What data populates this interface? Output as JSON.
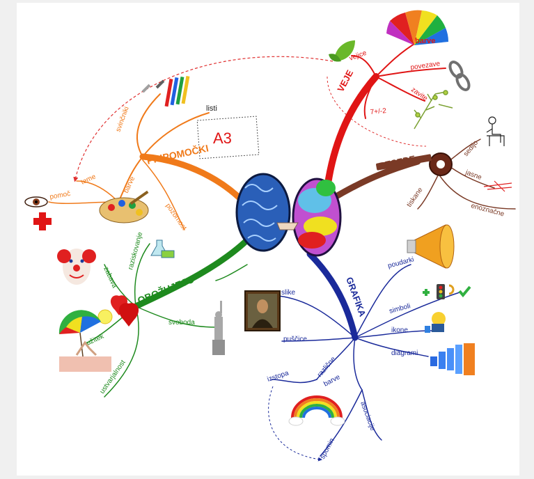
{
  "colors": {
    "page_bg": "#f0f0f0",
    "panel_bg": "#ffffff",
    "orange": "#f07a1a",
    "red": "#e01515",
    "brown": "#7a3a26",
    "green": "#1e8a1e",
    "navy": "#1a2a9a",
    "dashed": "#e03030"
  },
  "branches": {
    "pripomocki": {
      "title": "PRIPOMOČKI",
      "items": {
        "svincniki": "svinčniki",
        "listi": "listi",
        "a3": "A3",
        "barve": "barve",
        "teme": "teme",
        "pomoc": "pomoč",
        "pozornost": "pozornost"
      }
    },
    "veje": {
      "title": "VEJE",
      "items": {
        "vejice": "vejice",
        "barve": "barve",
        "povezave": "povezave",
        "zavite": "zavite",
        "sedem": "7+/-2"
      }
    },
    "besede": {
      "title": "BESEDE",
      "items": {
        "sedijo": "sedijo",
        "jasne": "jasne",
        "tiskane": "tiskane",
        "enoznacne": "enoznačne"
      }
    },
    "obozujejo": {
      "title": "OBOŽUJEJO",
      "items": {
        "raziskovanje": "raziskovanje",
        "zabava": "zabava",
        "uzitek": "užitek",
        "ustvarjalnost": "ustvarjalnost",
        "svoboda": "svoboda"
      }
    },
    "grafika": {
      "title": "GRAFIKA",
      "items": {
        "slike": "slike",
        "puscice": "puščice",
        "poudarki": "poudarki",
        "simboli": "simboli",
        "ikone": "ikone",
        "diagrami": "diagrami",
        "razlicne": "različne",
        "barve": "barve",
        "izstopa": "izstopa",
        "asociacije": "asociacije",
        "spomin": "spomin"
      }
    }
  },
  "icons": [
    "brain-icon",
    "pencils-icon",
    "paper-sheet-icon",
    "palette-icon",
    "eye-icon",
    "red-cross-icon",
    "leaf-icon",
    "color-fan-icon",
    "chain-link-icon",
    "tree-icon",
    "chair-person-icon",
    "key-icon",
    "scribble-icon",
    "clown-icon",
    "flask-icon",
    "hearts-icon",
    "sun-icon",
    "umbrella-icon",
    "beach-towel-icon",
    "statue-of-liberty-icon",
    "mona-lisa-icon",
    "megaphone-icon",
    "symbols-icon",
    "icons-icon",
    "bar-graph-icon",
    "rainbow-icon"
  ]
}
